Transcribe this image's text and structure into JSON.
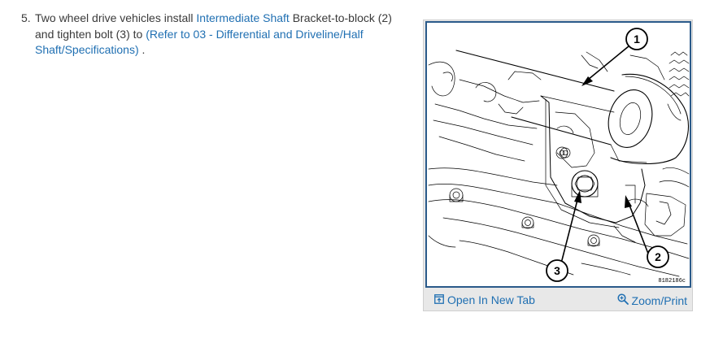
{
  "step": {
    "number": "5.",
    "text_1": "Two wheel drive vehicles install ",
    "link_1": "Intermediate Shaft",
    "text_2": " Bracket-to-block (2) and tighten bolt (3) to ",
    "link_2": "(Refer to 03 - Differential and Driveline/Half Shaft/Specifications)",
    "text_3": " ."
  },
  "figure": {
    "callouts": [
      "1",
      "2",
      "3"
    ],
    "code": "8182186c"
  },
  "toolbar": {
    "open_label": "Open In New Tab",
    "open_icon": "open-in-new-tab-icon",
    "zoom_label": "Zoom/Print",
    "zoom_icon": "magnifier-icon"
  },
  "colors": {
    "link": "#1f6fb2",
    "frame_border": "#2a5a8a",
    "toolbar_bg": "#e8e8e8"
  }
}
